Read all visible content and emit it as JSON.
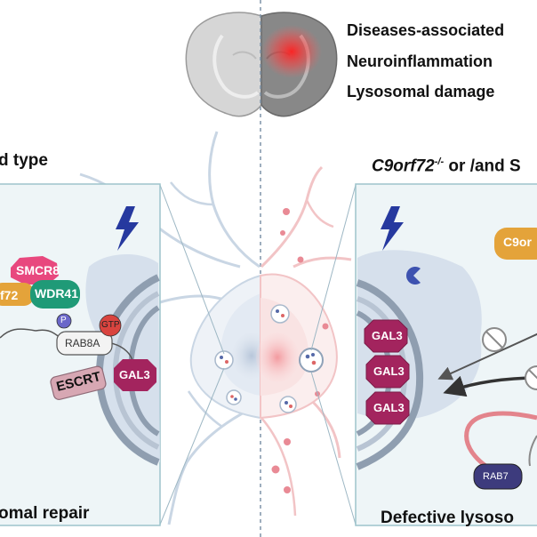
{
  "header": {
    "legend_items": [
      "Diseases-associated",
      "Neuroinflammation",
      "Lysosomal damage"
    ]
  },
  "left_panel": {
    "title": "d type",
    "footer": "omal repair",
    "proteins": {
      "smcr8": "SMCR8",
      "c9orf72_partial": "f72",
      "wdr41": "WDR41",
      "phospho": "P",
      "gtp": "GTP",
      "rab8a": "RAB8A",
      "escrt": "ESCRT",
      "gal3": "GAL3"
    }
  },
  "right_panel": {
    "title_gene": "C9orf72",
    "title_superscript": "-/-",
    "title_rest": " or /and S",
    "footer": "Defective lysoso",
    "proteins": {
      "c9orf_partial": "C9or",
      "gal3_a": "GAL3",
      "gal3_b": "GAL3",
      "gal3_c": "GAL3",
      "rab7": "RAB7"
    }
  },
  "colors": {
    "panel_fill": "#eef5f7",
    "panel_border": "#9dc4cc",
    "smcr8": "#e8487e",
    "c9orf72": "#e4a33a",
    "wdr41": "#1f9a77",
    "rab8a": "#f3f3f3",
    "gtp": "#d9443f",
    "phospho": "#6a67c9",
    "escrt": "#d7a7b3",
    "gal3": "#a3245e",
    "rab7": "#3d3b7d",
    "lightning": "#26399f",
    "membrane": "#8f9eb0",
    "highlight": "#ff2a2a"
  },
  "icons": [
    "brain-icon",
    "lightning-icon",
    "neuron-icon",
    "microglia-icon",
    "inhibit-icon",
    "arrow-icon",
    "lysosome-icon",
    "vesicle-icon"
  ]
}
